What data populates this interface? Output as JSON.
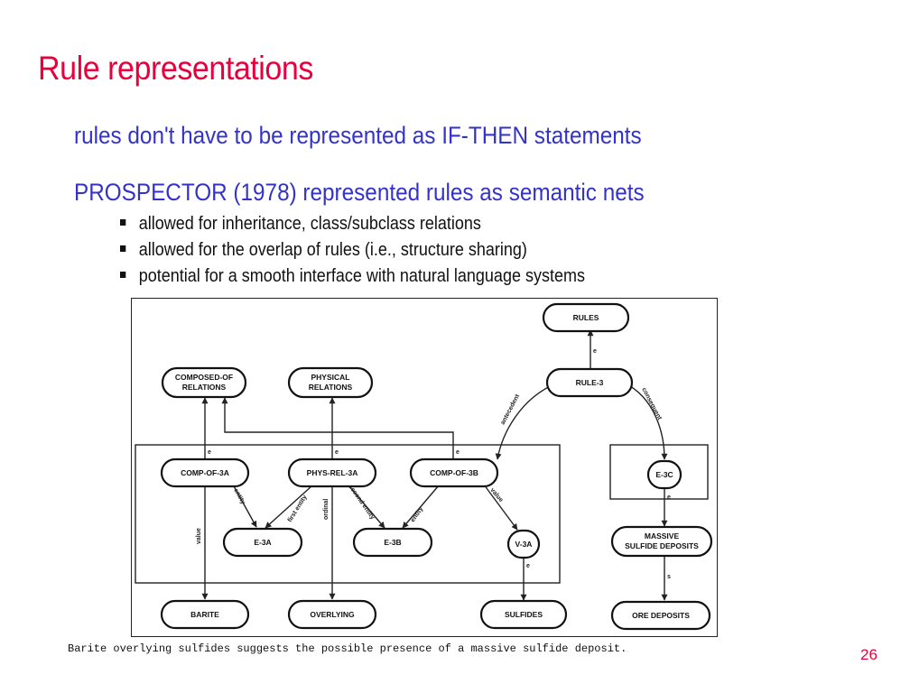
{
  "slide": {
    "title": "Rule representations",
    "points": [
      "rules don't have to be represented as IF-THEN statements",
      "PROSPECTOR (1978) represented rules as semantic nets"
    ],
    "subpoints": [
      "allowed for inheritance, class/subclass relations",
      "allowed for the overlap of rules (i.e., structure sharing)",
      "potential for a smooth interface with natural language systems"
    ],
    "caption": "Barite overlying sulfides suggests the possible presence of a massive sulfide deposit.",
    "page_number": "26"
  },
  "diagram": {
    "nodes": {
      "rules": "RULES",
      "rule3": "RULE-3",
      "composed_of_1": "COMPOSED-OF",
      "composed_of_2": "RELATIONS",
      "physical_1": "PHYSICAL",
      "physical_2": "RELATIONS",
      "comp3a": "COMP-OF-3A",
      "physrel3a": "PHYS-REL-3A",
      "comp3b": "COMP-OF-3B",
      "e3c": "E-3C",
      "e3a": "E-3A",
      "e3b": "E-3B",
      "v3a": "V-3A",
      "massive_1": "MASSIVE",
      "massive_2": "SULFIDE DEPOSITS",
      "barite": "BARITE",
      "overlying": "OVERLYING",
      "sulfides": "SULFIDES",
      "ore": "ORE DEPOSITS"
    },
    "edge_labels": {
      "e": "e",
      "s": "s",
      "antecedent": "antecedent",
      "consequent": "consequent",
      "entity": "entity",
      "value": "value",
      "first_entity": "first entity",
      "second_entity": "second entity",
      "ordinal": "ordinal"
    }
  }
}
